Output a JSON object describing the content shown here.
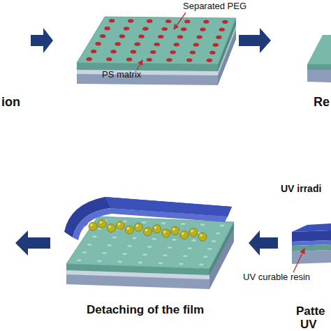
{
  "diagram": {
    "labels": [
      "Separated PEG",
      "PS matrix",
      "ion",
      "Re",
      "UV irradi",
      "UV curable resin",
      "Detaching of the film",
      "Patte",
      "UV"
    ]
  }
}
